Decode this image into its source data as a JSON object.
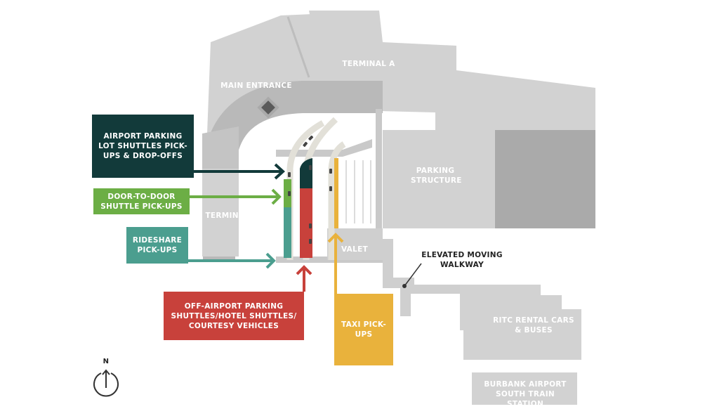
{
  "map": {
    "areas": {
      "main_entrance": "MAIN ENTRANCE",
      "terminal_a": "TERMINAL A",
      "terminal_b": "TERMINAL B",
      "parking_structure": "PARKING STRUCTURE",
      "valet": "VALET",
      "walkway": "ELEVATED MOVING WALKWAY",
      "rental": "RITC RENTAL CARS & BUSES",
      "train": "BURBANK AIRPORT SOUTH TRAIN STATION"
    },
    "callouts": [
      {
        "label": "AIRPORT PARKING LOT SHUTTLES PICK-UPS & DROP-OFFS",
        "color": "#123a3a"
      },
      {
        "label": "DOOR-TO-DOOR SHUTTLE PICK-UPS",
        "color": "#6cae45"
      },
      {
        "label": "RIDESHARE PICK-UPS",
        "color": "#4b9e8f"
      },
      {
        "label": "OFF-AIRPORT PARKING SHUTTLES/HOTEL SHUTTLES/ COURTESY VEHICLES",
        "color": "#c8413b"
      },
      {
        "label": "TAXI PICK-UPS",
        "color": "#e9b23c"
      }
    ],
    "compass": "N"
  }
}
